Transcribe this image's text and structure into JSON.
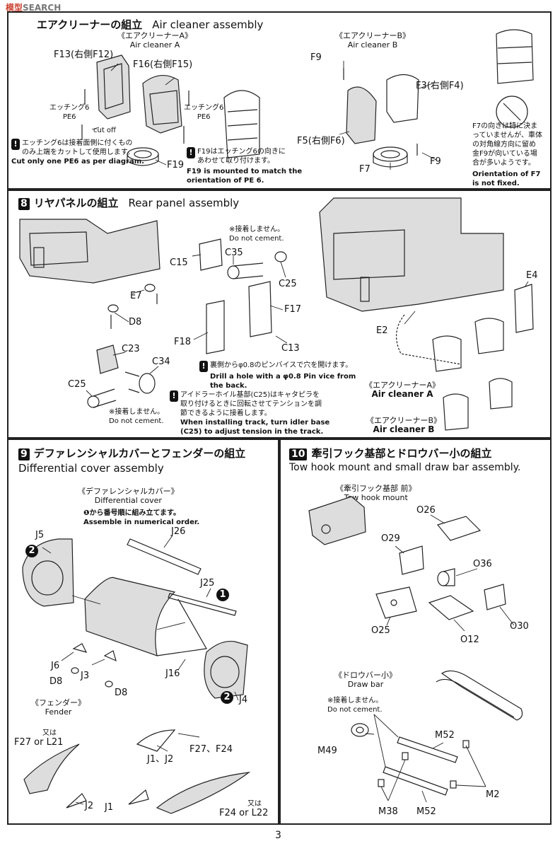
{
  "watermark": {
    "left": "模型",
    "right": "SEARCH"
  },
  "page_number": "3",
  "step7": {
    "title": "エアクリーナーの組立",
    "title_en": "Air cleaner assembly",
    "sub_a": {
      "jp": "《エアクリーナーA》",
      "en": "Air cleaner A"
    },
    "sub_b": {
      "jp": "《エアクリーナーB》",
      "en": "Air cleaner B"
    },
    "labels": {
      "f13": "F13(右側F12)",
      "f16": "F16(右側F15)",
      "pe6_left": "エッチング6\nPE6",
      "pe6_right": "エッチング6\nPE6",
      "cut_off": "cut off",
      "f19": "F19",
      "f9_top": "F9",
      "f3": "F3(右側F4)",
      "f5": "F5(右側F6)",
      "f7": "F7",
      "f9_bottom": "F9"
    },
    "notes": {
      "pe6_jp": "エッチング6は接着面側に付くもの\nのみ上端をカットして使用します。",
      "pe6_en": "Cut only one PE6 as per diagram.",
      "f19_jp": "F19はエッチング6の向きに\nあわせて取り付けます。",
      "f19_en": "F19 is mounted to match the\norientation of PE 6.",
      "f7_jp": "F7の向きは特に決ま\nっていませんが、車体\nの対角線方向に留め\n金F9が向いている場\n合が多いようです。",
      "f7_en": "Orientation of F7\nis not fixed."
    }
  },
  "step8": {
    "number": "8",
    "title": "リヤパネルの組立",
    "title_en": "Rear panel assembly",
    "labels": {
      "dnc_top": "※接着しません。\nDo not cement.",
      "c35": "C35",
      "c15": "C15",
      "c25_top": "C25",
      "e7": "E7",
      "d8": "D8",
      "f17": "F17",
      "f18": "F18",
      "c13": "C13",
      "c23": "C23",
      "c34": "C34",
      "c25_bottom": "C25",
      "dnc_bottom": "※接着しません。\nDo not cement.",
      "e2": "E2",
      "e4": "E4"
    },
    "notes": {
      "drill_jp": "裏側からφ0.8のピンバイスで穴を開けます。",
      "drill_en": "Drill a hole with a φ0.8 Pin vice from\nthe back.",
      "idler_jp": "アイドラーホイル基部(C25)はキャタピラを\n取り付けるときに回転させてテンションを調\n節できるように接着します。",
      "idler_en": "When installing track, turn idler base\n(C25) to adjust tension in the track."
    },
    "air_a": {
      "jp": "《エアクリーナーA》",
      "en": "Air cleaner A"
    },
    "air_b": {
      "jp": "《エアクリーナーB》",
      "en": "Air cleaner B"
    }
  },
  "step9": {
    "number": "9",
    "title": "デファレンシャルカバーとフェンダーの組立",
    "title_en": "Differential cover assembly",
    "sub_diff": {
      "jp": "《デファレンシャルカバー》",
      "en": "Differential cover"
    },
    "order_jp": "❶から番号順に組み立てます。",
    "order_en": "Assemble in numerical order.",
    "sub_fender": {
      "jp": "《フェンダー》",
      "en": "Fender"
    },
    "labels": {
      "j5": "J5",
      "j26": "J26",
      "j25": "J25",
      "j6": "J6",
      "d8_a": "D8",
      "j3": "J3",
      "d8_b": "D8",
      "j16": "J16",
      "j4": "J4",
      "or_jp_a": "又は",
      "f27_l21": "F27 or L21",
      "j1_j2": "J1、J2",
      "f27_f24": "F27、F24",
      "j2": "J2",
      "j1": "J1",
      "or_jp_b": "又は",
      "f24_l22": "F24 or  L22",
      "n1": "1",
      "n2a": "2",
      "n2b": "2"
    }
  },
  "step10": {
    "number": "10",
    "title": "牽引フック基部とドロウバー小の組立",
    "title_en": "Tow hook mount and small draw bar assembly.",
    "sub_tow": {
      "jp": "《牽引フック基部 前》",
      "en": "Tow hook mount"
    },
    "sub_draw": {
      "jp": "《ドロウバー小》",
      "en": "Draw bar"
    },
    "labels": {
      "o26": "O26",
      "o29": "O29",
      "o36": "O36",
      "o25": "O25",
      "o12": "O12",
      "o30": "O30",
      "dnc": "※接着しません。\nDo not cement.",
      "m52_a": "M52",
      "m49": "M49",
      "m2": "M2",
      "m38": "M38",
      "m52_b": "M52"
    }
  }
}
